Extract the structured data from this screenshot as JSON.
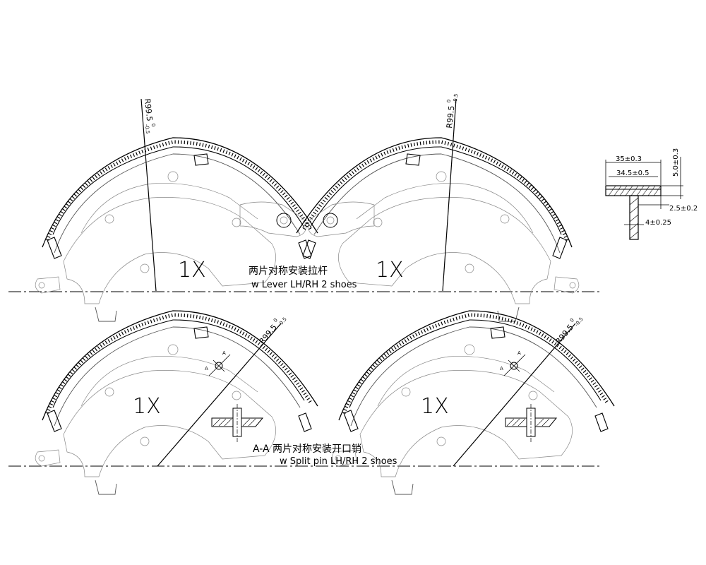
{
  "radius_labels": {
    "top_left": "R99.5",
    "top_right": "R99.5",
    "bottom_left": "R99.5",
    "bottom_right": "R99.5",
    "tolerance_upper": "0",
    "tolerance_lower": "-0.5"
  },
  "quantity_labels": [
    "1X",
    "1X",
    "1X",
    "1X"
  ],
  "top_row": {
    "caption_cn": "两片对称安装拉杆",
    "caption_en": "w Lever  LH/RH 2 shoes"
  },
  "bottom_row": {
    "caption_cn": "A-A  两片对称安装开口销",
    "caption_en": "w Split pin LH/RH 2 shoes"
  },
  "section_marks": [
    "A",
    "A"
  ],
  "cross_section": {
    "width_outer": "35±0.3",
    "width_inner": "34.5±0.5",
    "height": "5.0±0.3",
    "web_gap": "2.5±0.2",
    "web_thickness": "4±0.25"
  }
}
